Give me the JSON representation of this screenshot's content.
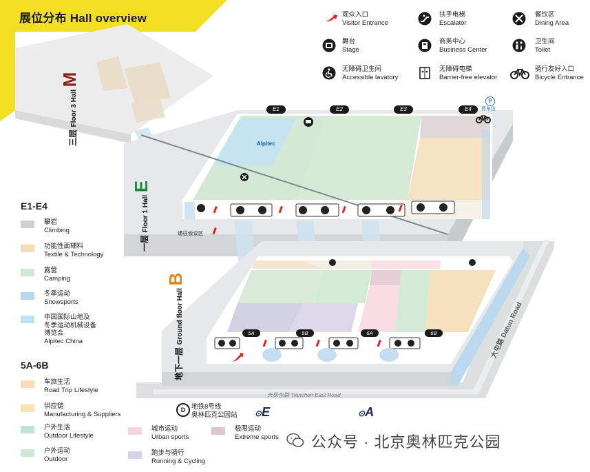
{
  "title": "展位分布 Hall overview",
  "icon_legend": [
    {
      "icon": "visitor-entrance-icon",
      "zh": "观众入口",
      "en": "Visitor Entrance"
    },
    {
      "icon": "escalator-icon",
      "zh": "扶手电梯",
      "en": "Escalator"
    },
    {
      "icon": "dining-icon",
      "zh": "餐饮区",
      "en": "Dining Area"
    },
    {
      "icon": "stage-icon",
      "zh": "舞台",
      "en": "Stage"
    },
    {
      "icon": "business-center-icon",
      "zh": "商务中心",
      "en": "Business Center"
    },
    {
      "icon": "toilet-icon",
      "zh": "卫生间",
      "en": "Toilet"
    },
    {
      "icon": "accessible-lavatory-icon",
      "zh": "无障碍卫生间",
      "en": "Accessible lavatory"
    },
    {
      "icon": "barrier-free-elevator-icon",
      "zh": "无障碍电梯",
      "en": "Barrier-free elevator"
    },
    {
      "icon": "bicycle-icon",
      "zh": "骑行友好入口",
      "en": "Bicycle Entrance"
    }
  ],
  "e_section": {
    "heading": "E1-E4",
    "items": [
      {
        "zh": "攀岩",
        "en": "Climbing",
        "color": "#c9d2d6"
      },
      {
        "zh": "功能性面辅料",
        "en": "Textile & Technology",
        "color": "#f6ddb6"
      },
      {
        "zh": "露营",
        "en": "Camping",
        "color": "#cfe9d3"
      },
      {
        "zh": "冬季运动",
        "en": "Snowsports",
        "color": "#b9d6ea"
      },
      {
        "zh": "中国国际山地及\n冬季运动机械设备\n博览会",
        "en": "Alpitec China",
        "color": "#bfe2f2"
      }
    ]
  },
  "b_section": {
    "heading": "5A-6B",
    "items": [
      {
        "zh": "车旅生活",
        "en": "Road Trip Lifestyle",
        "color": "#f6ddb6"
      },
      {
        "zh": "供应链",
        "en": "Manufacturing & Suppliers",
        "color": "#f7e3b3"
      },
      {
        "zh": "户外生活",
        "en": "Outdoor  Lifestyle",
        "color": "#bfe6d5"
      },
      {
        "zh": "户外运动",
        "en": "Outdoor",
        "color": "#cde9d6"
      }
    ]
  },
  "bottom_legend": [
    {
      "zh": "城市运动",
      "en": "Urban sports",
      "color": "#f7d5dd"
    },
    {
      "zh": "极限运动",
      "en": "Extreme sports",
      "color": "#dcc7cf"
    },
    {
      "zh": "跑步与骑行",
      "en": "Running & Cycling",
      "color": "#d6d3e6"
    }
  ],
  "metro": {
    "zh": "地铁8号线",
    "zh2": "奥林匹克公园站"
  },
  "gates_bottom": [
    "E",
    "A"
  ],
  "floors": {
    "m": {
      "zh": "三层",
      "en": "Floor 3 Hall",
      "letter": "M"
    },
    "e": {
      "zh": "一层",
      "en": "Floor 1 Hall",
      "letter": "E"
    },
    "b": {
      "zh": "地下一层",
      "en": "Ground floor Hall",
      "letter": "B"
    }
  },
  "e_entrances": [
    "E1",
    "E2",
    "E3",
    "E4"
  ],
  "b_entrances": [
    "5A",
    "5B",
    "6A",
    "6B"
  ],
  "parking": "停车位",
  "alpitec": "Alpitec",
  "meeting": "通往会议区",
  "roads": {
    "east": "天辰东路  Tianchen East Road",
    "daun": "大屯路 Datun Road"
  },
  "watermark": "公众号 · 北京奥林匹克公园",
  "colors": {
    "brand_yellow": "#f3df22",
    "entrance_red": "#e02525"
  }
}
